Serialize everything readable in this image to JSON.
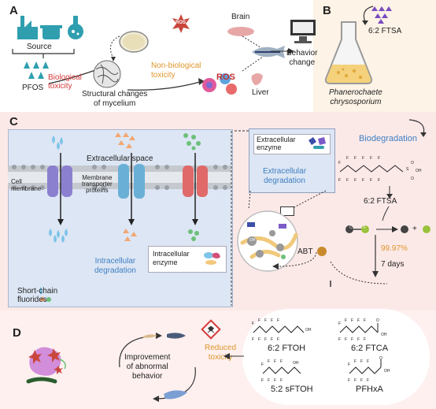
{
  "panel_labels": {
    "a": "A",
    "b": "B",
    "c": "C",
    "d": "D"
  },
  "panel_a": {
    "source": "Source",
    "pfos": "PFOS",
    "biological_toxicity": [
      "Biological",
      "toxicity"
    ],
    "non_biological_toxicity": [
      "Non-biological",
      "toxicity"
    ],
    "structural_changes": [
      "Structural changes",
      "of mycelium"
    ],
    "ros_small": "ROS",
    "ros": "ROS",
    "brain": "Brain",
    "liver": "Liver",
    "behavior_change": [
      "Behavior",
      "change"
    ]
  },
  "panel_b": {
    "compound": "6:2 FTSA",
    "organism": [
      "Phanerochaete",
      "chrysosporium"
    ]
  },
  "panel_c": {
    "extracellular_space": "Extracellular space",
    "cell_membrane": [
      "Cell",
      "membrane"
    ],
    "membrane_transporter_proteins": [
      "Membrane",
      "transporter",
      "proteins"
    ],
    "intracellular_degradation": [
      "Intracellular",
      "degradation"
    ],
    "intracellular_enzyme": [
      "Intracellular",
      "enzyme"
    ],
    "short_chain_fluorides": [
      "Short-chain",
      "fluorides"
    ],
    "extracellular_enzyme": [
      "Extracellular",
      "enzyme"
    ],
    "extracellular_degradation": [
      "Extracellular",
      "degradation"
    ],
    "biodegradation": "Biodegradation",
    "compound": "6:2 FTSA",
    "abt": "ABT",
    "percent": "99.97%",
    "duration": "7 days",
    "plus": "+",
    "oh_label": "OH"
  },
  "products": {
    "ftoh": "6:2 FTOH",
    "ftca": "6:2 FTCA",
    "sftoh": "5:2 sFTOH",
    "pfhxa": "PFHxA"
  },
  "panel_d": {
    "improvement": [
      "Improvement",
      "of abnormal",
      "behavior"
    ],
    "reduced_toxicity": [
      "Reduced",
      "toxicity"
    ]
  },
  "colors": {
    "orange": "#e0962b",
    "red": "#d43a3a",
    "blue": "#3d7fc2",
    "purple_enzyme": "#7b5bc9",
    "teal_channel": "#6ab0d6",
    "red_channel": "#e06a6a"
  }
}
